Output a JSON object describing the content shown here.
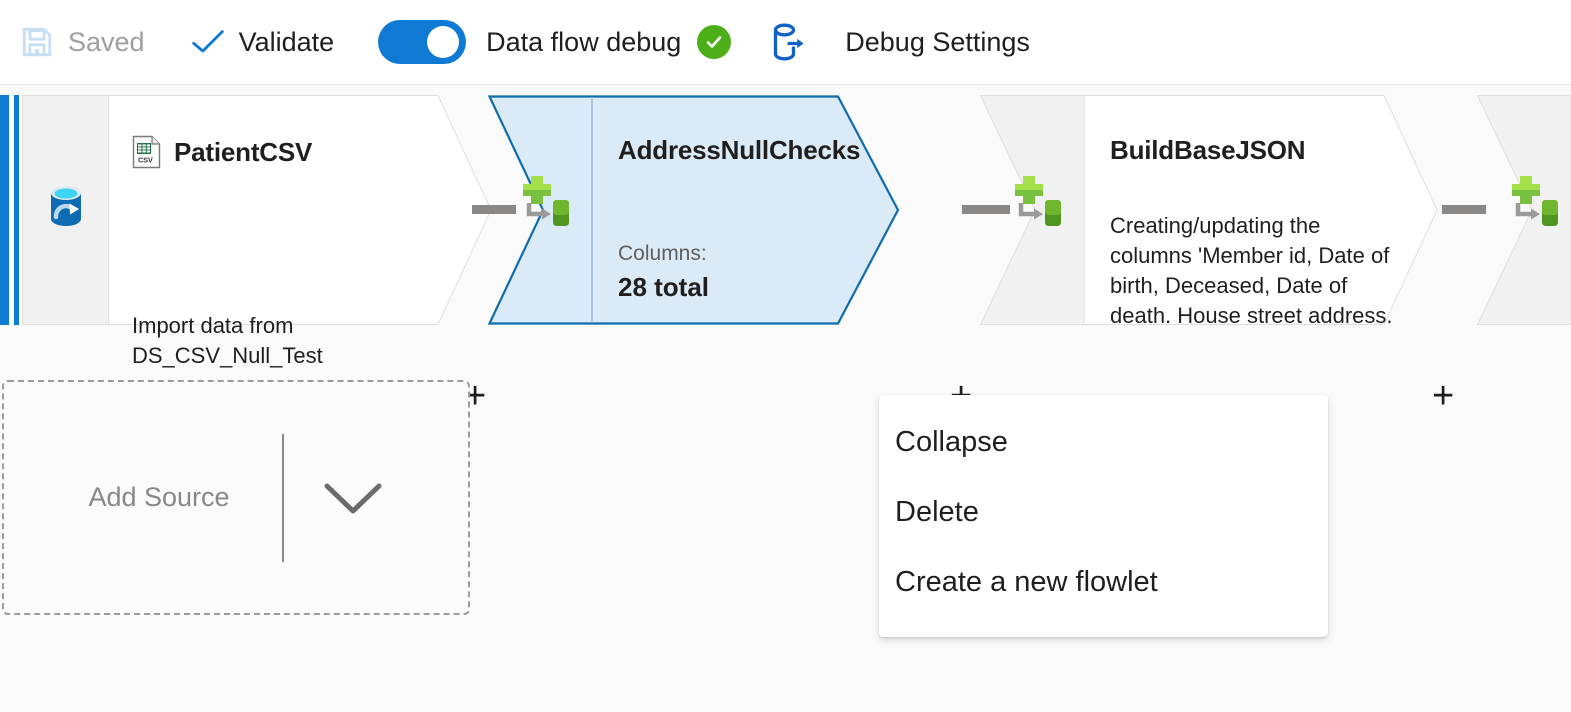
{
  "toolbar": {
    "save": {
      "icon": "save-floppy-icon",
      "label": "Saved",
      "enabled": false
    },
    "validate": {
      "icon": "checkmark-icon",
      "label": "Validate"
    },
    "data_flow_debug": {
      "label": "Data flow debug",
      "toggle_on": true,
      "status_icon": "green-check-badge-icon"
    },
    "debug_settings": {
      "icon": "database-export-icon",
      "label": "Debug Settings"
    },
    "colors": {
      "accent": "#0f7ad4",
      "muted_text": "#a19f9d",
      "success": "#4caf17"
    }
  },
  "canvas": {
    "nodes": [
      {
        "id": "source-node",
        "name": "PatientCSV",
        "type_icon": "database-source-icon",
        "title_icon": "csv-file-icon",
        "description": "Import data from DS_CSV_Null_Test",
        "plus_label": "+",
        "selected": false
      },
      {
        "id": "derived-column-node-1",
        "name": "AddressNullChecks",
        "type_icon": "derived-column-icon",
        "stat_label": "Columns:",
        "stat_value": "28 total",
        "plus_label": "+",
        "selected": true
      },
      {
        "id": "derived-column-node-2",
        "name": "BuildBaseJSON",
        "type_icon": "derived-column-icon",
        "description": "Creating/updating the columns 'Member id, Date of birth, Deceased, Date of death, House street address,",
        "plus_label": "+",
        "selected": false
      },
      {
        "id": "derived-column-node-3",
        "name": "",
        "type_icon": "derived-column-icon",
        "selected": false
      }
    ],
    "add_source": {
      "label": "Add Source",
      "chevron_icon": "chevron-down-icon"
    },
    "colors": {
      "selected_fill": "#dbeaf7",
      "selected_border": "#0f6cad",
      "node_border": "#dededd",
      "connector": "#8a8886"
    }
  },
  "context_menu": {
    "items": [
      {
        "label": "Collapse"
      },
      {
        "label": "Delete"
      },
      {
        "label": "Create a new flowlet"
      }
    ]
  }
}
